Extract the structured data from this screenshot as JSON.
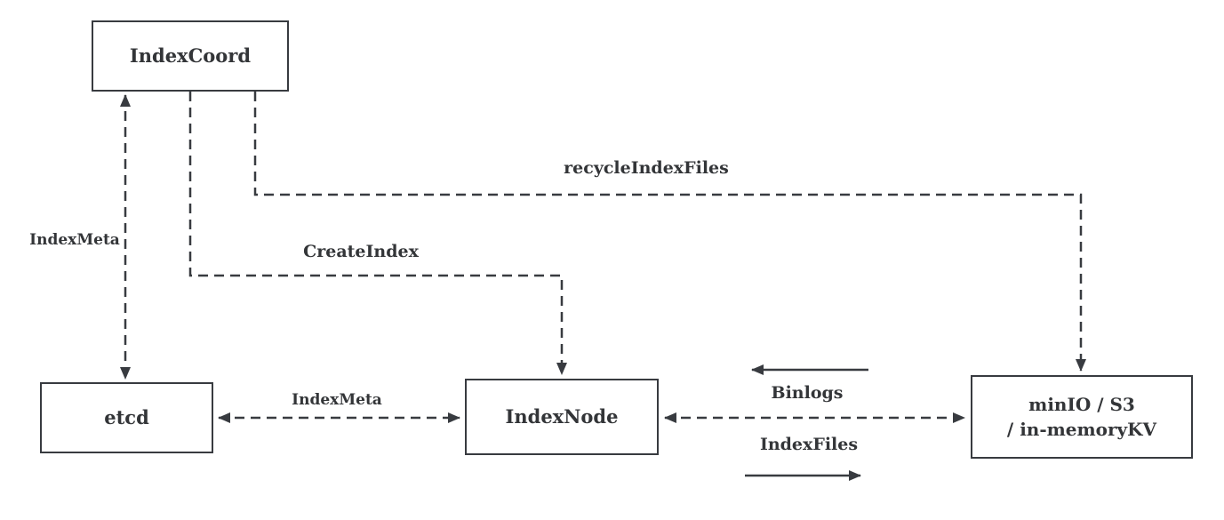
{
  "diagram": {
    "colors": {
      "line": "#383b40",
      "text": "#333538",
      "background": "#ffffff",
      "node_fill": "#ffffff"
    },
    "nodes": {
      "index_coord": {
        "label": "IndexCoord"
      },
      "etcd": {
        "label": "etcd"
      },
      "index_node": {
        "label": "IndexNode"
      },
      "storage": {
        "line1": "minIO / S3",
        "line2": "/ in-memoryKV"
      }
    },
    "edge_labels": {
      "index_meta_left": "IndexMeta",
      "create_index": "CreateIndex",
      "recycle_index_files": "recycleIndexFiles",
      "index_meta_bottom": "IndexMeta",
      "binlogs": "Binlogs",
      "index_files": "IndexFiles"
    }
  }
}
